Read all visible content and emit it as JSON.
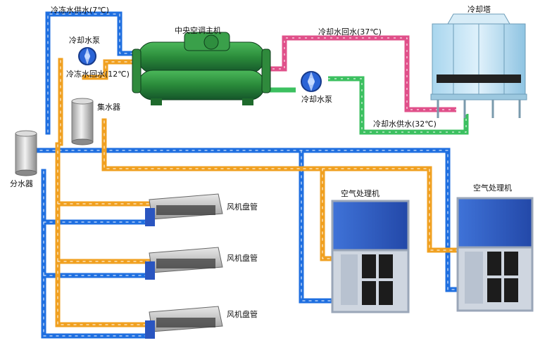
{
  "labels": {
    "chilled_supply": "冷冻水供水(7℃)",
    "chilled_pump": "冷却水泵",
    "chilled_return": "冷冻水回水(12℃)",
    "chiller": "中央空调主机",
    "cooling_return": "冷却水回水(37℃)",
    "cooling_tower": "冷却塔",
    "cooling_pump": "冷却水泵",
    "cooling_supply": "冷却水供水(32℃)",
    "collector": "集水器",
    "distributor": "分水器",
    "fcu_1": "风机盘管",
    "fcu_2": "风机盘管",
    "fcu_3": "风机盘管",
    "ahu_1": "空气处理机",
    "ahu_2": "空气处理机"
  },
  "colors": {
    "chilled_supply_pipe": "#1f6fe0",
    "chilled_return_pipe": "#f0a020",
    "cooling_return_pipe": "#e0508a",
    "cooling_supply_pipe": "#3cc060",
    "chiller_body": "#2a8a3a",
    "ahu_panel": "#2f5fc8",
    "tower_body": "#8ec8e8"
  }
}
